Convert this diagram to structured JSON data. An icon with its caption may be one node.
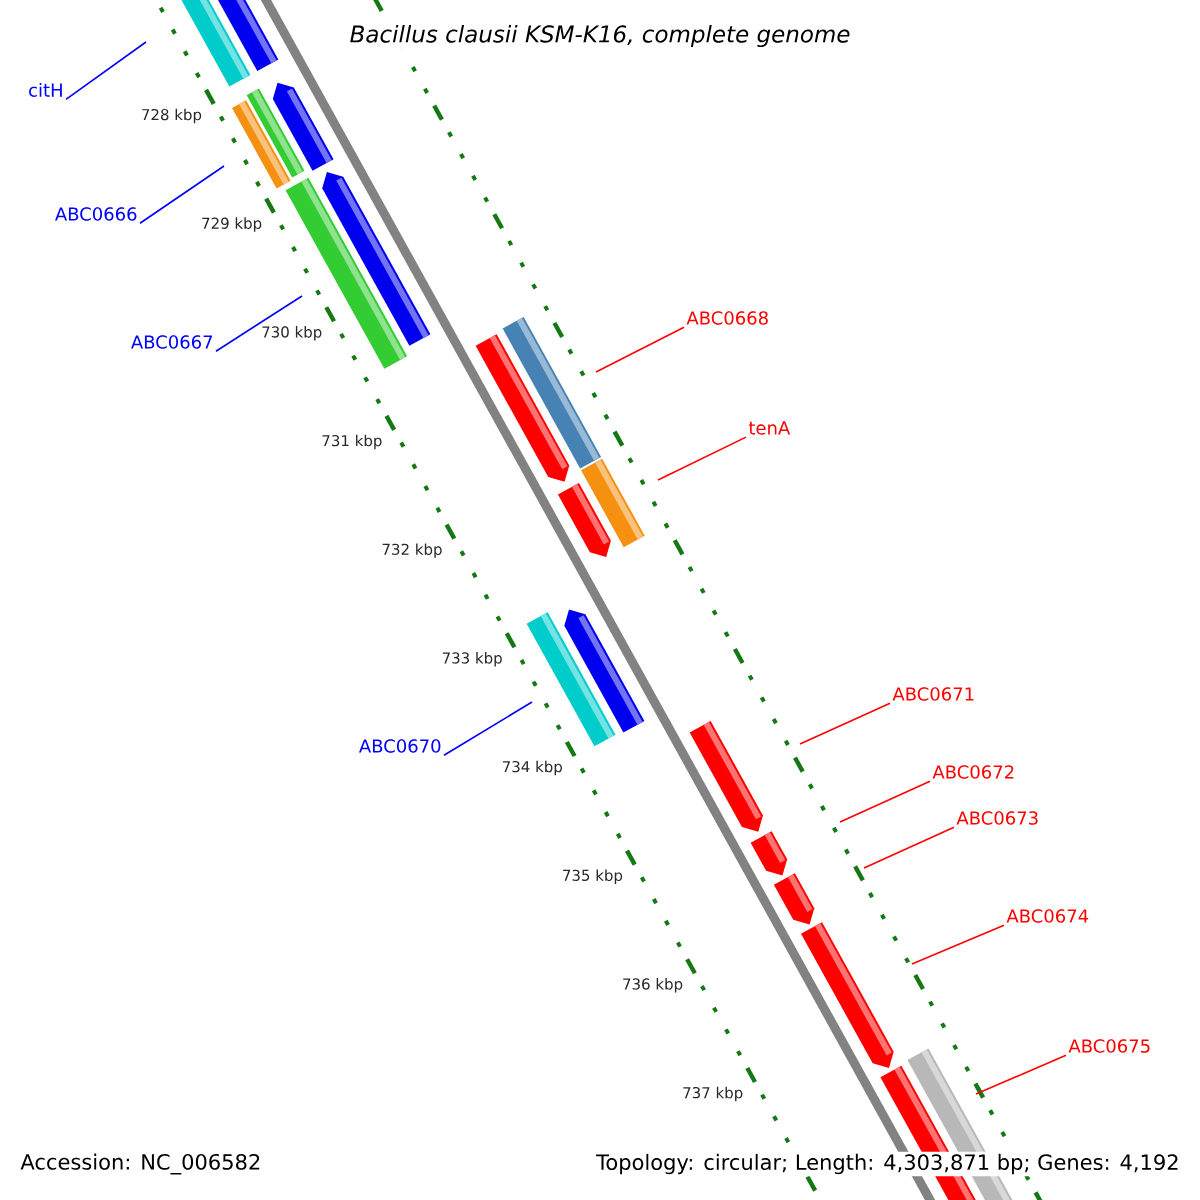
{
  "diagram": {
    "title": "Bacillus clausii KSM-K16, complete genome",
    "nodes": [
      {
        "text": [
          "citH"
        ]
      },
      {
        "text": [
          "ABC0666"
        ]
      },
      {
        "text": [
          "ABC0668"
        ]
      },
      {
        "text": [
          "ABC0667"
        ]
      },
      {
        "text": [
          "tenA"
        ]
      },
      {
        "text": [
          "ABC0670"
        ]
      },
      {
        "text": [
          "ABC0671"
        ]
      },
      {
        "text": [
          "ABC0672"
        ]
      },
      {
        "text": [
          "ABC0673"
        ]
      },
      {
        "text": [
          "ABC0674"
        ]
      },
      {
        "text": [
          "ABC0675"
        ]
      }
    ],
    "edges": [
      {
        "from": 0,
        "to": null,
        "arrow": "none",
        "color": "#0000ff"
      },
      {
        "from": 1,
        "to": null,
        "arrow": "none",
        "color": "#0000ff"
      },
      {
        "from": 2,
        "to": null,
        "arrow": "none"
      },
      {
        "from": 3,
        "to": null,
        "arrow": "none",
        "color": "#0000ff"
      },
      {
        "from": 4,
        "to": null,
        "arrow": "none"
      },
      {
        "from": 5,
        "to": null,
        "arrow": "none",
        "color": "#0000ff"
      },
      {
        "from": 6,
        "to": null,
        "arrow": "none"
      },
      {
        "from": 7,
        "to": null,
        "arrow": "none"
      },
      {
        "from": 8,
        "to": null,
        "arrow": "none"
      },
      {
        "from": 9,
        "to": null,
        "arrow": "none"
      },
      {
        "from": 10,
        "to": null,
        "arrow": "none"
      }
    ],
    "labels": [
      "728 kbp",
      "729 kbp",
      "730 kbp",
      "731 kbp",
      "732 kbp",
      "733 kbp",
      "734 kbp",
      "735 kbp",
      "736 kbp",
      "737 kbp",
      "Accession: NC_006582",
      "Topology: circular; Length: 4,303,871 bp; Genes: 4,192"
    ]
  }
}
